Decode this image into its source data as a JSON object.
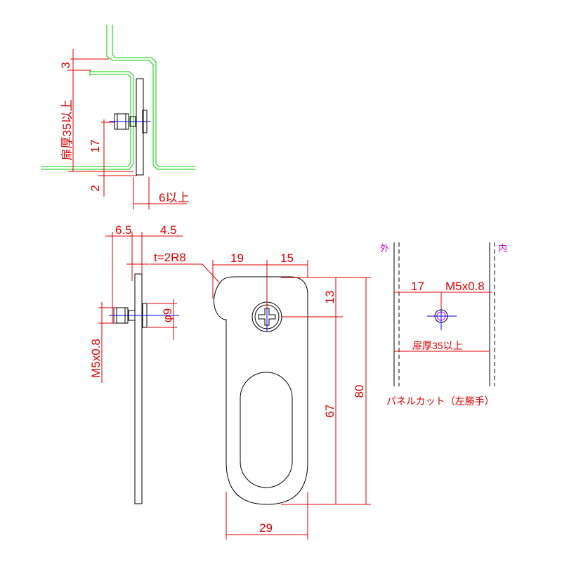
{
  "colors": {
    "outline": "#000000",
    "dimension": "#e00000",
    "door_green": "#00cc00",
    "side_label": "#cc00cc",
    "center_line": "#0000ff"
  },
  "section_view": {
    "dim_3": "3",
    "dim_thickness": "扉厚35以上",
    "dim_17": "17",
    "dim_2": "2",
    "dim_6_over": "6以上"
  },
  "side_view": {
    "dim_6_5": "6.5",
    "dim_4_5": "4.5",
    "dim_thread": "M5x0.8",
    "dim_dia9": "φ9"
  },
  "front_view": {
    "label_t_r": "t=2R8",
    "dim_19": "19",
    "dim_15": "15",
    "dim_13": "13",
    "dim_67": "67",
    "dim_80": "80",
    "dim_29": "29"
  },
  "panel_cut": {
    "label_outside": "外",
    "label_inside": "内",
    "dim_17": "17",
    "dim_thread": "M5x0.8",
    "dim_thickness": "扉厚35以上",
    "caption": "パネルカット（左勝手）"
  }
}
